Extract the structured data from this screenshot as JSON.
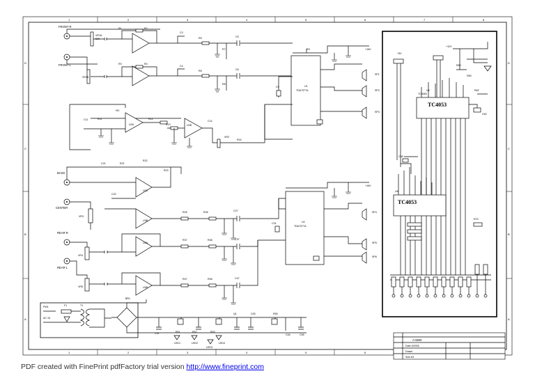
{
  "schematic": {
    "inputs": {
      "front_r": "FRONT R",
      "front_l": "FRONT L",
      "bass": "BASS",
      "center": "CENTER",
      "rear_r": "REAR R",
      "rear_l": "REAR L"
    },
    "ics": {
      "amp_top": "TDA7377A",
      "amp_bottom": "TDA7377A",
      "switch_top": "TC4053",
      "switch_bottom": "TC4053"
    },
    "power": {
      "pw1": "PW1",
      "ac": "AC 15",
      "fuse": "F1",
      "transformer": "T1",
      "bridge": "BR1"
    },
    "title_block": {
      "model": "A-6600",
      "line_a": "Date 5/2005",
      "line_b": "Drawn",
      "line_c": "Size A3"
    }
  },
  "footer": {
    "text": "PDF created with FinePrint pdfFactory trial version ",
    "link": "http://www.fineprint.com"
  }
}
